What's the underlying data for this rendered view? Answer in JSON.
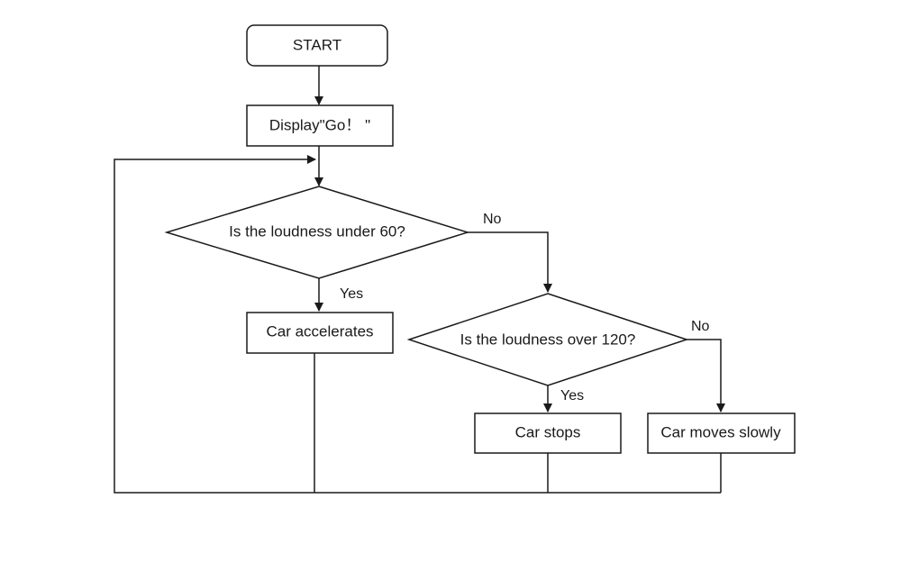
{
  "flowchart": {
    "nodes": {
      "start": "START",
      "display": "Display\"Go！ \"",
      "decision1": "Is the loudness under 60?",
      "accelerate": "Car accelerates",
      "decision2": "Is the loudness over 120?",
      "stops": "Car stops",
      "slow": "Car moves slowly"
    },
    "edges": {
      "d1_no": "No",
      "d1_yes": "Yes",
      "d2_no": "No",
      "d2_yes": "Yes"
    }
  }
}
